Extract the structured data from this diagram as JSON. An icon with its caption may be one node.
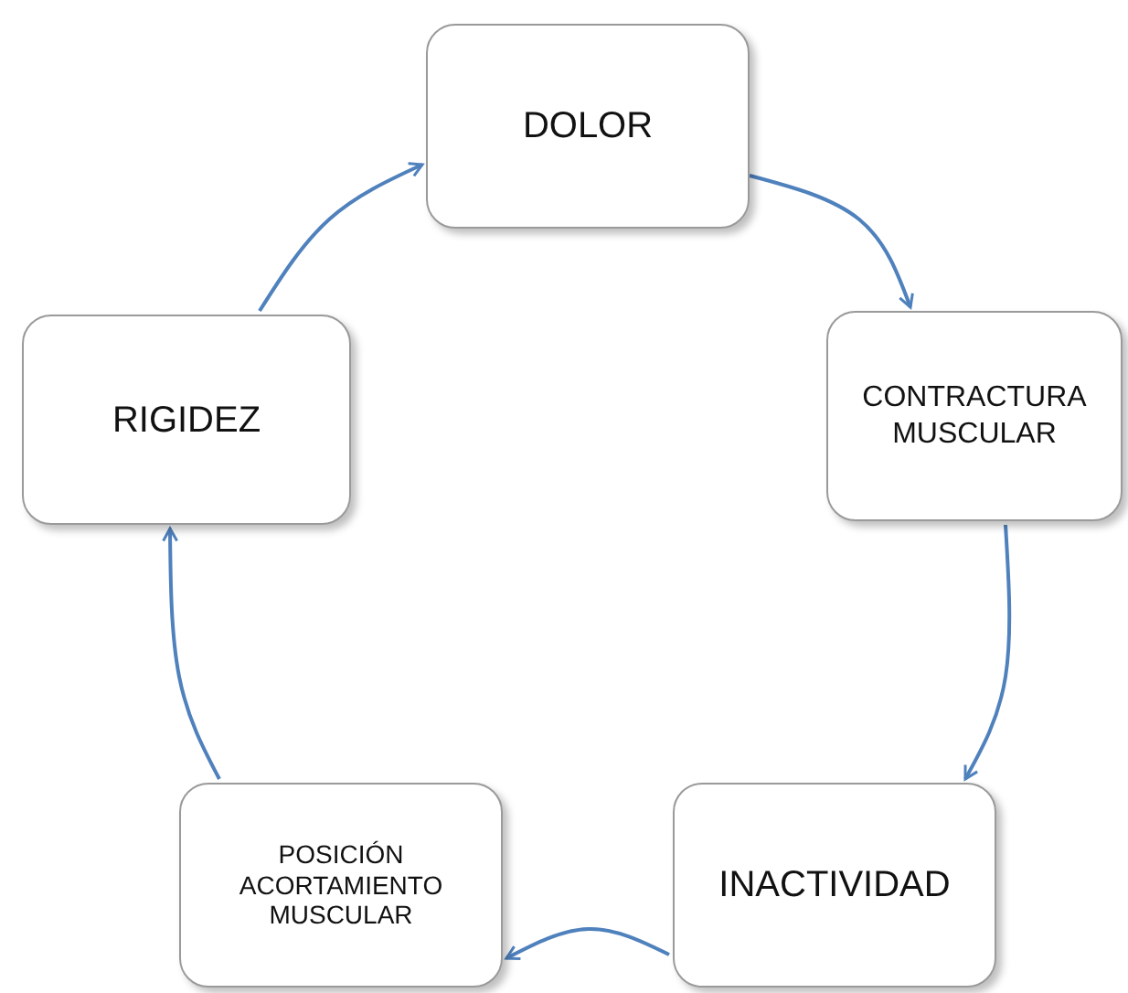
{
  "diagram": {
    "nodes": [
      {
        "text": [
          "DOLOR"
        ]
      },
      {
        "text": [
          "CONTRACTURA MUSCULAR"
        ]
      },
      {
        "text": [
          "INACTIVIDAD"
        ]
      },
      {
        "text": [
          "POSICIÓN ACORTAMIENTO MUSCULAR"
        ]
      },
      {
        "text": [
          "RIGIDEZ"
        ]
      }
    ],
    "edges": [
      {
        "from": 0,
        "to": 1,
        "arrow": "to"
      },
      {
        "from": 1,
        "to": 2,
        "arrow": "to"
      },
      {
        "from": 2,
        "to": 3,
        "arrow": "to"
      },
      {
        "from": 3,
        "to": 4,
        "arrow": "to"
      },
      {
        "from": 4,
        "to": 0,
        "arrow": "to"
      }
    ]
  }
}
